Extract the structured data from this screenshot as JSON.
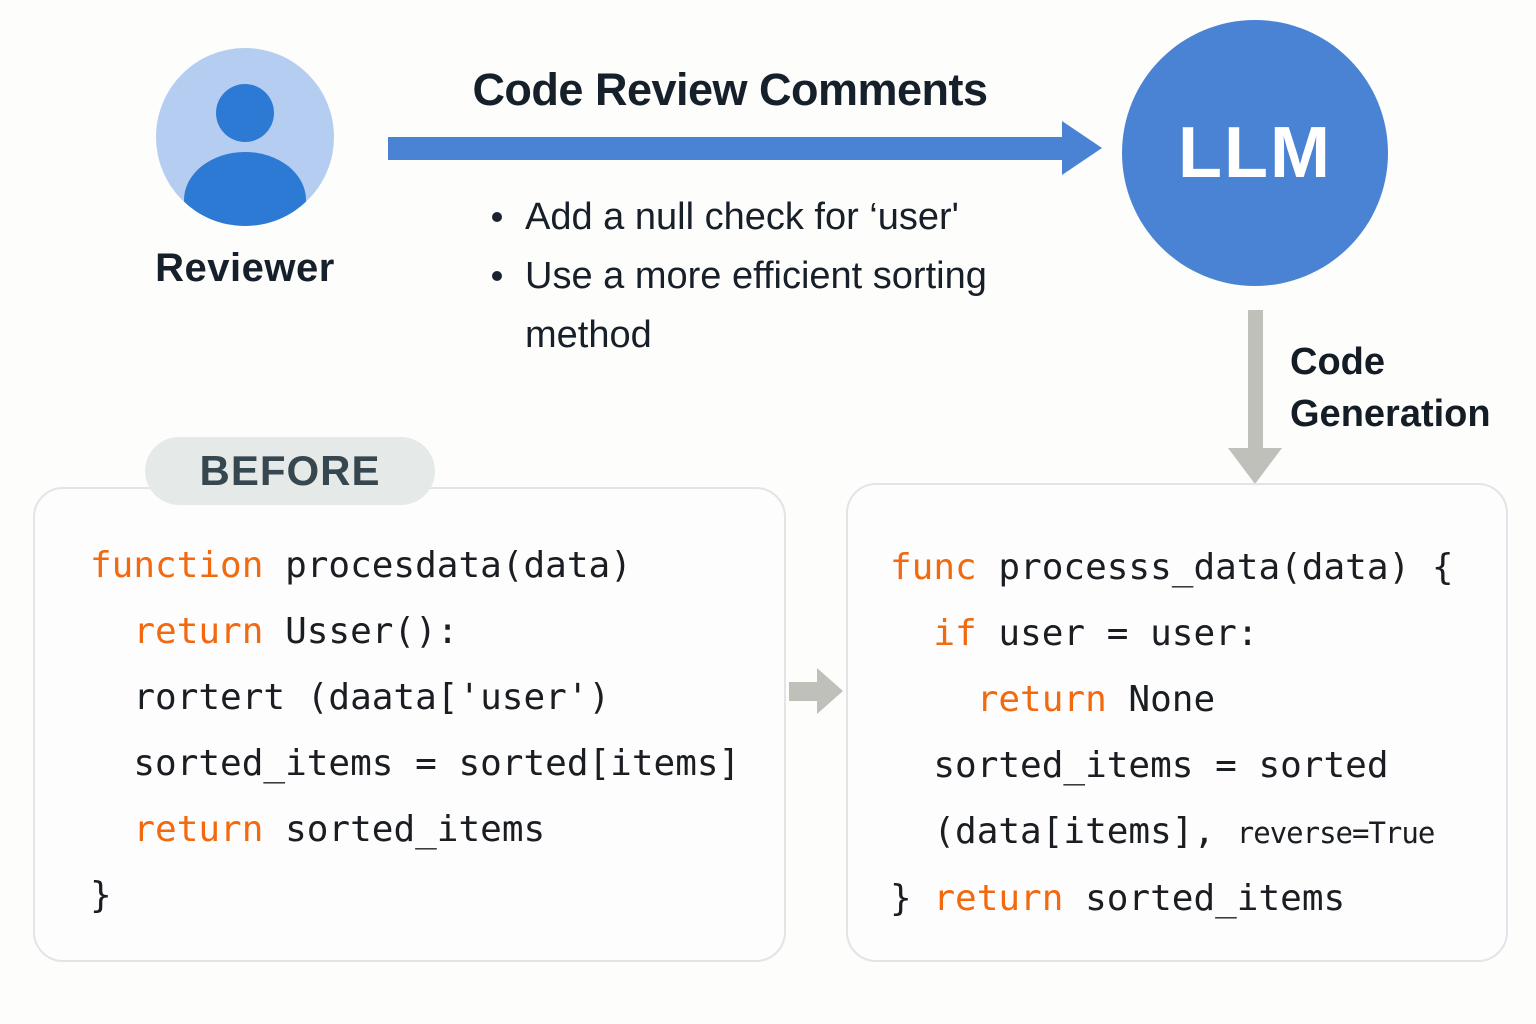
{
  "header": {
    "reviewer_label": "Reviewer",
    "arrow_title": "Code Review Comments",
    "bullets": [
      {
        "lines": [
          "Add a null check for ‘user'"
        ]
      },
      {
        "lines": [
          "Use a more efficient sorting",
          "method"
        ]
      }
    ],
    "llm_label": "LLM",
    "codegen_label_lines": [
      "Code",
      "Generation"
    ]
  },
  "panels": {
    "before": {
      "badge": "BEFORE",
      "lines": [
        [
          {
            "k": 1,
            "t": "function"
          },
          {
            "k": 0,
            "t": " procesdata(data)"
          }
        ],
        [
          {
            "k": 0,
            "t": "  "
          },
          {
            "k": 1,
            "t": "return"
          },
          {
            "k": 0,
            "t": " Usser():"
          }
        ],
        [
          {
            "k": 0,
            "t": "  rortert (daata['user')"
          }
        ],
        [
          {
            "k": 0,
            "t": "  sorted_items = sorted[items]"
          }
        ],
        [
          {
            "k": 0,
            "t": "  "
          },
          {
            "k": 1,
            "t": "return"
          },
          {
            "k": 0,
            "t": " sorted_items"
          }
        ],
        [
          {
            "k": 0,
            "t": "}"
          }
        ]
      ]
    },
    "after": {
      "lines": [
        [
          {
            "k": 1,
            "t": "func"
          },
          {
            "k": 0,
            "t": " processs_data(data) {"
          }
        ],
        [
          {
            "k": 0,
            "t": "  "
          },
          {
            "k": 1,
            "t": "if"
          },
          {
            "k": 0,
            "t": " user = user:"
          }
        ],
        [
          {
            "k": 0,
            "t": "    "
          },
          {
            "k": 1,
            "t": "return"
          },
          {
            "k": 0,
            "t": " None"
          }
        ],
        [
          {
            "k": 0,
            "t": "  sorted_items = sorted"
          }
        ],
        [
          {
            "k": 0,
            "t": "  (data[items], "
          },
          {
            "k": 0,
            "c": 1,
            "t": "reverse=True"
          }
        ],
        [
          {
            "k": 0,
            "t": "} "
          },
          {
            "k": 1,
            "t": "return"
          },
          {
            "k": 0,
            "t": " sorted_items"
          }
        ]
      ]
    }
  },
  "colors": {
    "blue": "#4a83d4",
    "avatar_light": "#b5cdf0",
    "avatar_dark": "#2d7ad5",
    "orange": "#f2690f",
    "code_ink": "#1a1d21",
    "ink": "#16202b",
    "gray": "#c0c0bb"
  }
}
